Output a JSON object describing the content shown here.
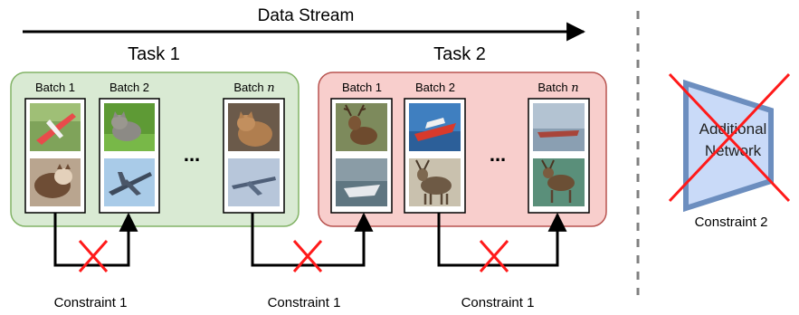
{
  "stream_label": "Data Stream",
  "tasks": [
    {
      "title": "Task 1",
      "fill": "#d9ead3",
      "stroke": "#82b366",
      "batches": [
        {
          "label": "Batch 1",
          "images": [
            "airplane-toy-image",
            "cat-image"
          ]
        },
        {
          "label": "Batch 2",
          "images": [
            "cat-on-grass-image",
            "airplane-image"
          ]
        },
        {
          "label": "Batch n",
          "images": [
            "cat-image",
            "airplane-image"
          ]
        }
      ]
    },
    {
      "title": "Task 2",
      "fill": "#f8cecc",
      "stroke": "#b85450",
      "batches": [
        {
          "label": "Batch 1",
          "images": [
            "deer-image",
            "boat-image"
          ]
        },
        {
          "label": "Batch 2",
          "images": [
            "ship-image",
            "deer-image"
          ]
        },
        {
          "label": "Batch n",
          "images": [
            "ship-image",
            "deer-image"
          ]
        }
      ]
    }
  ],
  "ellipsis": "...",
  "constraint_1_label": "Constraint 1",
  "constraint_2_label": "Constraint 2",
  "network_label_line1": "Additional",
  "network_label_line2": "Network",
  "colors": {
    "cross": "#ff1a1a",
    "network_fill": "#c9daf8",
    "network_stroke": "#6c8ebf",
    "divider": "#808080"
  }
}
